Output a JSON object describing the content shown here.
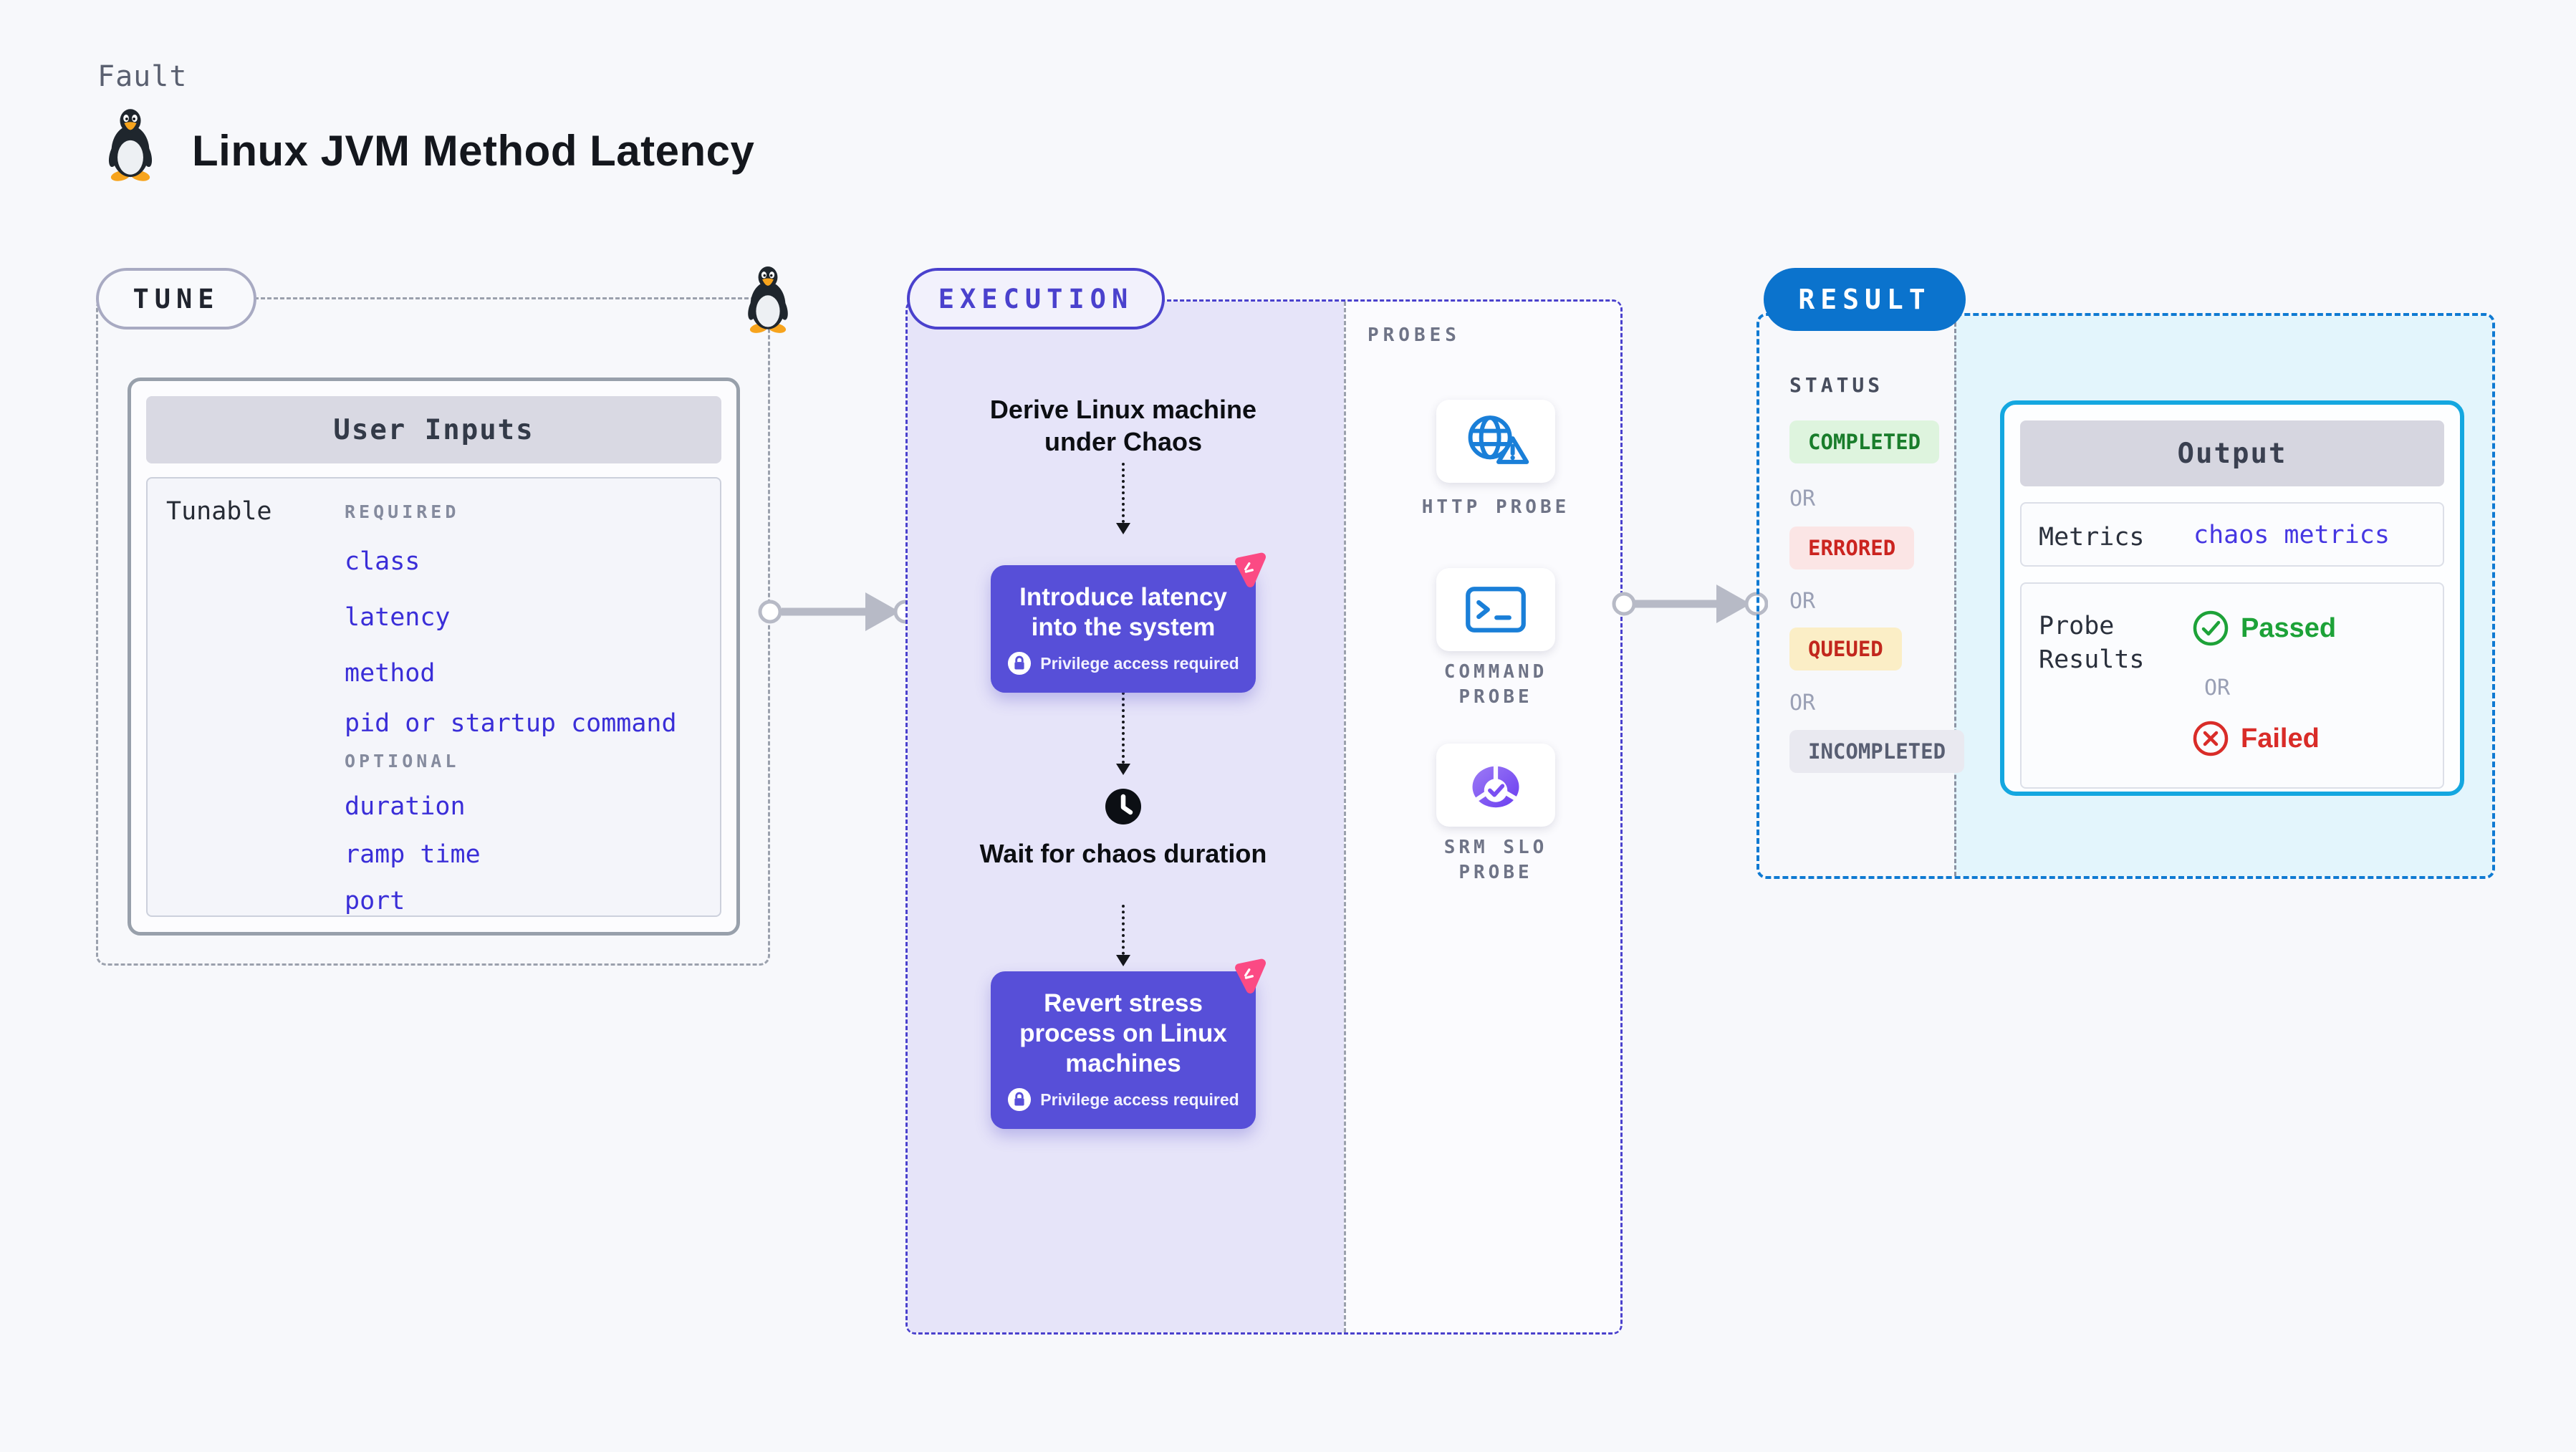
{
  "header": {
    "fault_label": "Fault",
    "title": "Linux JVM Method Latency"
  },
  "tune": {
    "badge": "TUNE",
    "table_title": "User Inputs",
    "row_label": "Tunable",
    "required_label": "REQUIRED",
    "optional_label": "OPTIONAL",
    "required_items": [
      "class",
      "latency",
      "method",
      "pid or startup command"
    ],
    "optional_items": [
      "duration",
      "ramp time",
      "port"
    ]
  },
  "execution": {
    "badge": "EXECUTION",
    "step_derive": "Derive Linux machine under Chaos",
    "action1": {
      "title": "Introduce latency into the system",
      "note": "Privilege access required"
    },
    "step_wait": "Wait for chaos duration",
    "action2": {
      "title": "Revert stress process on Linux machines",
      "note": "Privilege access required"
    }
  },
  "probes": {
    "label": "PROBES",
    "items": [
      {
        "label": "HTTP PROBE",
        "icon": "globe-alert-icon"
      },
      {
        "label": "COMMAND PROBE",
        "icon": "terminal-icon"
      },
      {
        "label": "SRM SLO PROBE",
        "icon": "slo-donut-check-icon"
      }
    ]
  },
  "result": {
    "badge": "RESULT",
    "status_label": "STATUS",
    "or_label": "OR",
    "statuses": [
      {
        "label": "COMPLETED",
        "type": "success"
      },
      {
        "label": "ERRORED",
        "type": "error"
      },
      {
        "label": "QUEUED",
        "type": "warning"
      },
      {
        "label": "INCOMPLETED",
        "type": "neutral"
      }
    ],
    "output": {
      "title": "Output",
      "metrics_label": "Metrics",
      "metrics_value": "chaos metrics",
      "probe_results_label": "Probe Results",
      "passed_label": "Passed",
      "or_label": "OR",
      "failed_label": "Failed"
    }
  },
  "icons": {
    "penguin": "linux-penguin",
    "lock": "lock",
    "clock": "clock",
    "chaos_badge": "chaos-mark",
    "http_probe": "globe-alert",
    "command_probe": "terminal",
    "srm_slo_probe": "slo-donut-check",
    "passed": "check-circle",
    "failed": "x-circle"
  },
  "colors": {
    "page_bg": "#f7f8fb",
    "accent_purple": "#574fd8",
    "indigo_dash": "#4a41cd",
    "purple_panel": "#e6e4f9",
    "gray_dash": "#9ba1ad",
    "result_blue": "#0b73cd",
    "output_border_cyan": "#14a7e0",
    "cyan_panel": "#e3f5fc",
    "pink_accent": "#fb4a84",
    "link_blue": "#3a2ed8",
    "probe_icon_blue": "#1a7fd8",
    "success_green": "#1da238",
    "error_red": "#d92c28"
  }
}
